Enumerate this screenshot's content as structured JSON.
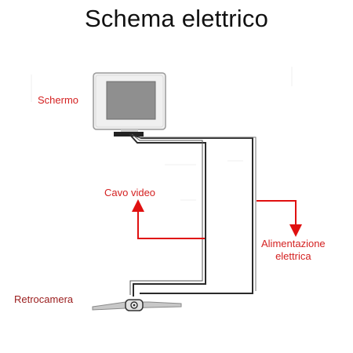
{
  "title": "Schema elettrico",
  "colors": {
    "label": "#d42121",
    "camera_label": "#9a1c1c",
    "arrow": "#e01010",
    "wire": "#2a2a2a",
    "wire_light": "#555555",
    "monitor_frame": "#f0f0f0",
    "monitor_screen": "#8f8f8f"
  },
  "labels": {
    "screen": "Schermo",
    "video_cable": "Cavo video",
    "power_line1": "Alimentazione",
    "power_line2": "elettrica",
    "rear_camera": "Retrocamera"
  },
  "icons": {
    "monitor": "monitor-icon",
    "camera": "camera-icon"
  }
}
